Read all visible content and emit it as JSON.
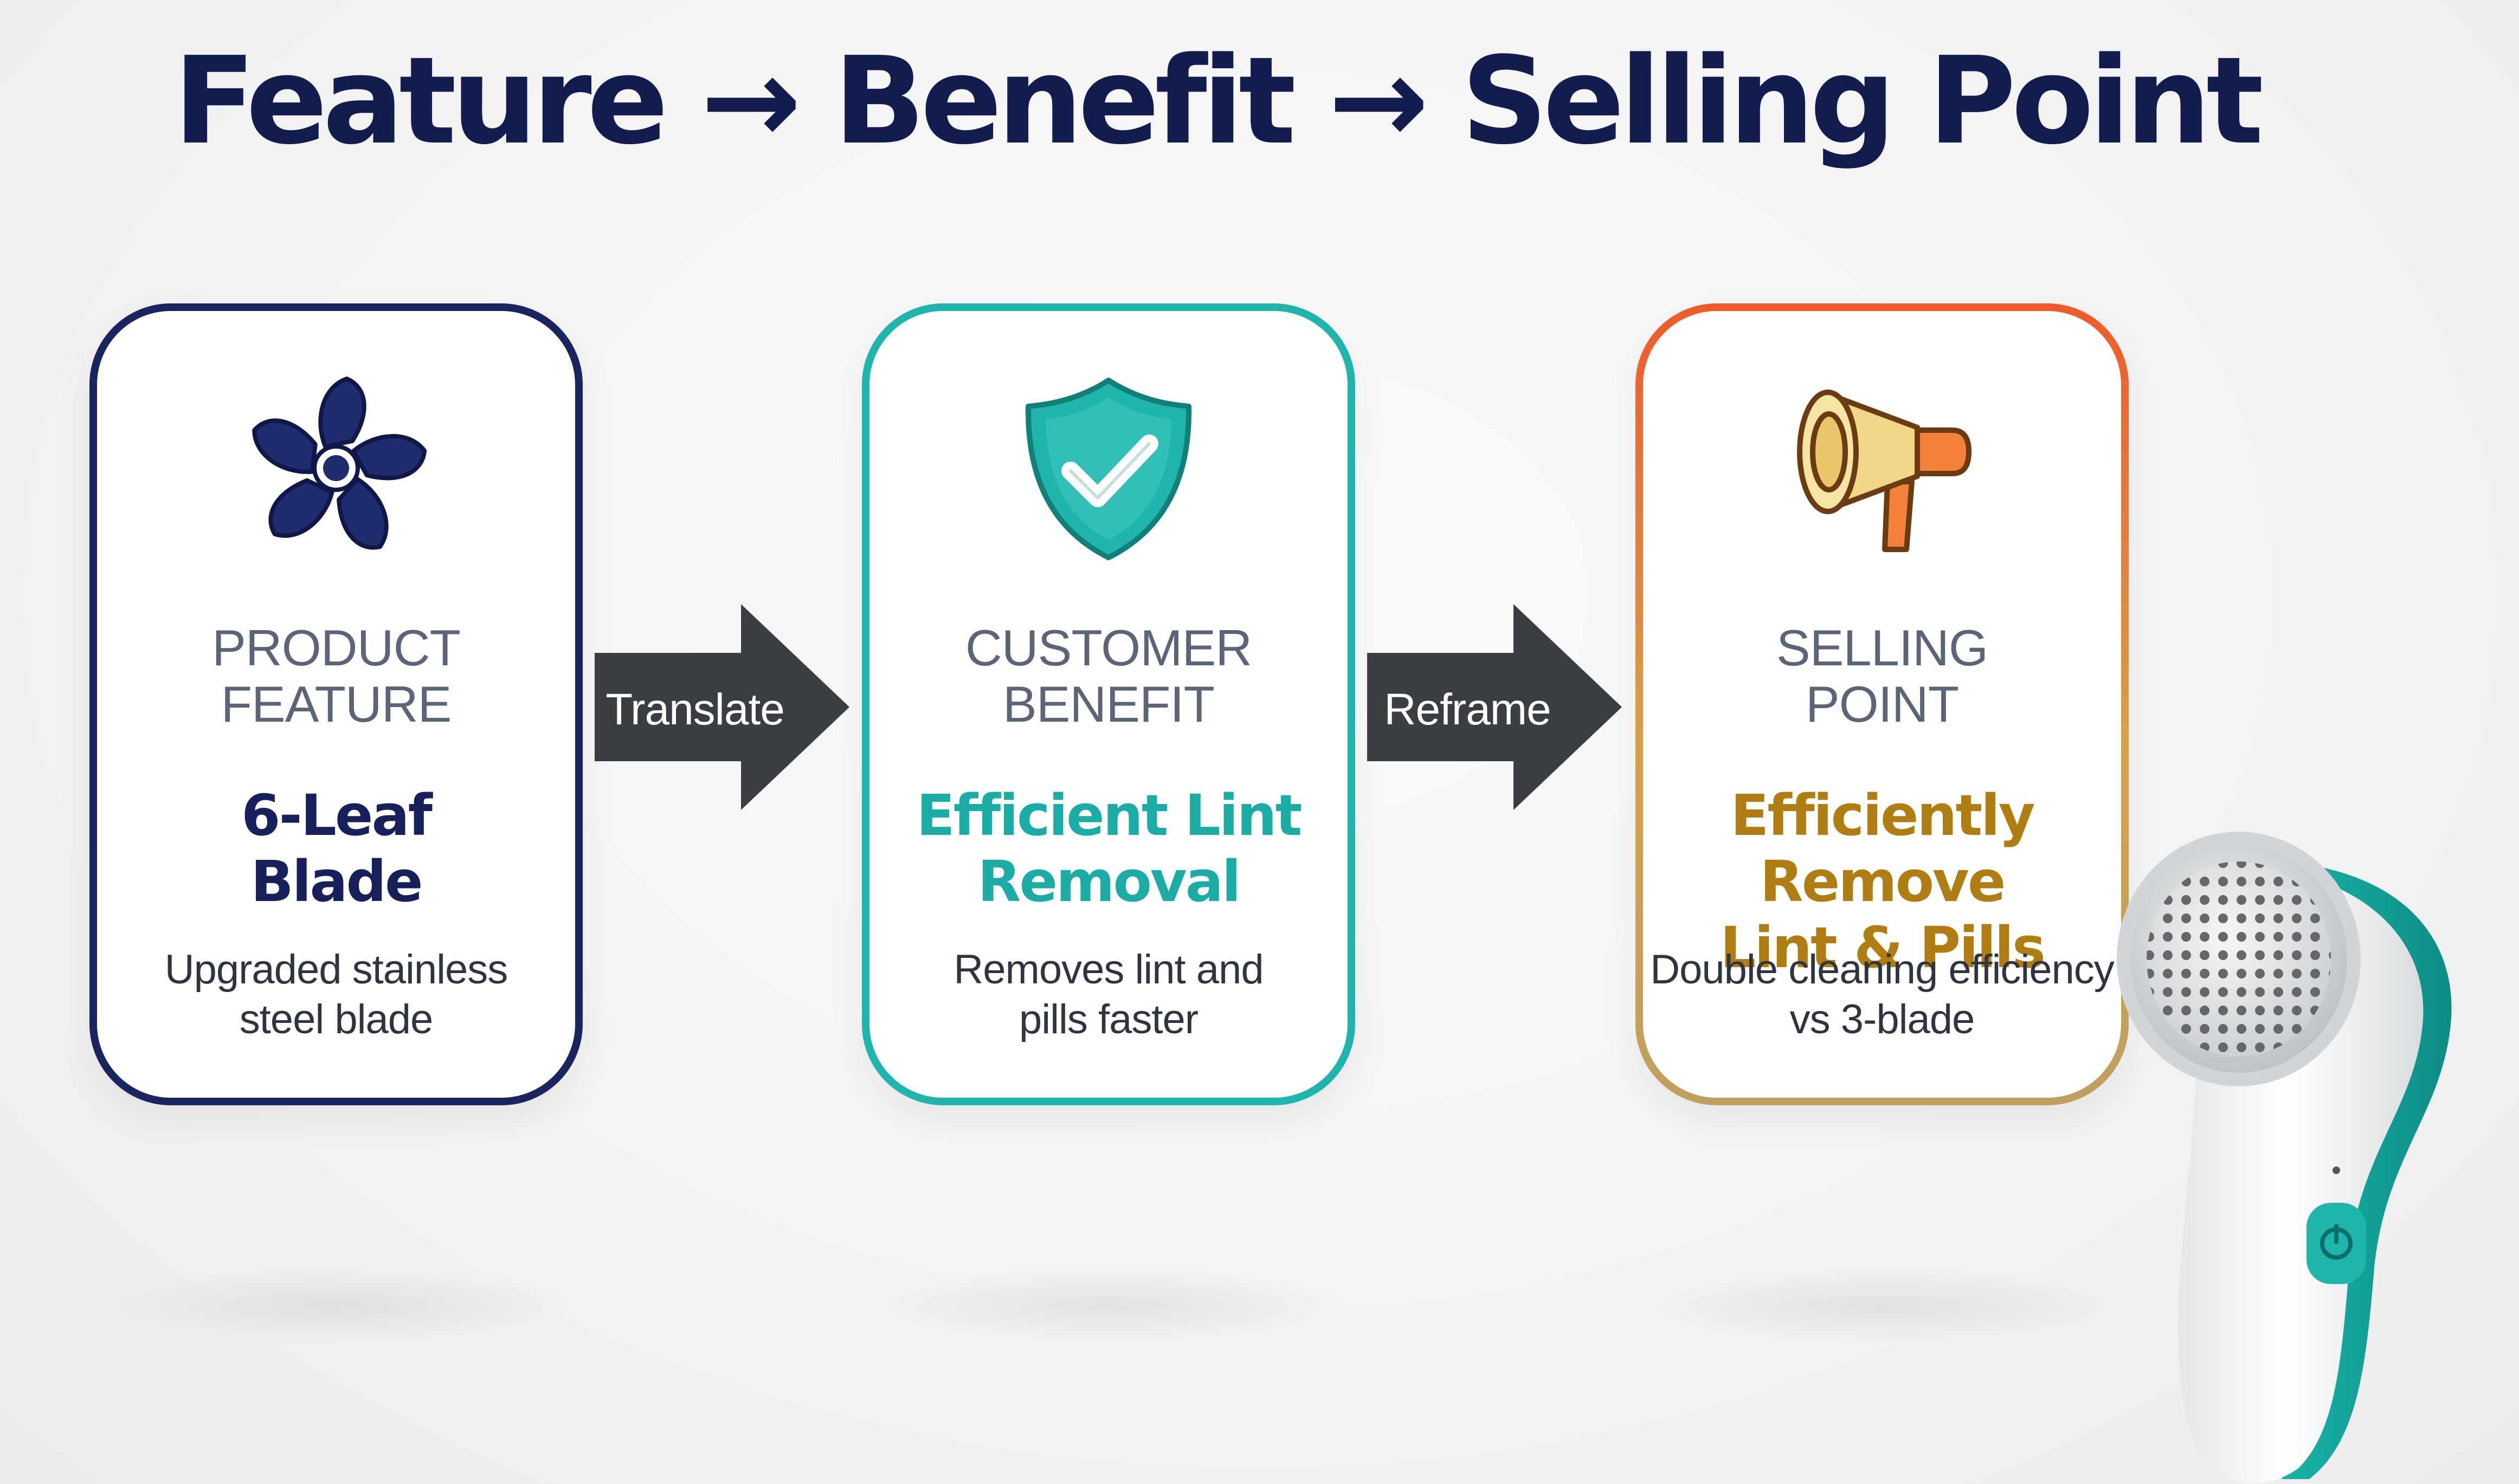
{
  "title": "Feature → Benefit → Selling Point",
  "cards": [
    {
      "icon": "fan-blade-icon",
      "label_lines": [
        "PRODUCT",
        "FEATURE"
      ],
      "headline_lines": [
        "6-Leaf",
        "Blade"
      ],
      "description_lines": [
        "Upgraded stainless",
        "steel blade"
      ]
    },
    {
      "icon": "shield-check-icon",
      "label_lines": [
        "CUSTOMER",
        "BENEFIT"
      ],
      "headline_lines": [
        "Efficient Lint",
        "Removal"
      ],
      "description_lines": [
        "Removes lint and",
        "pills faster"
      ]
    },
    {
      "icon": "megaphone-icon",
      "label_lines": [
        "SELLING",
        "POINT"
      ],
      "headline_lines": [
        "Efficiently Remove",
        "Lint & Pills"
      ],
      "description_lines": [
        "Double cleaning efficiency",
        "vs 3-blade"
      ]
    }
  ],
  "arrows": [
    {
      "label": "Translate"
    },
    {
      "label": "Reframe"
    }
  ],
  "product_image": "lint-remover-device",
  "colors": {
    "title": "#121c4e",
    "feature_navy": "#1a2560",
    "benefit_teal": "#1fb5ad",
    "selling_orange": "#ef5a2a",
    "selling_gold": "#b07d12",
    "arrow_dark": "#3a3d42"
  }
}
